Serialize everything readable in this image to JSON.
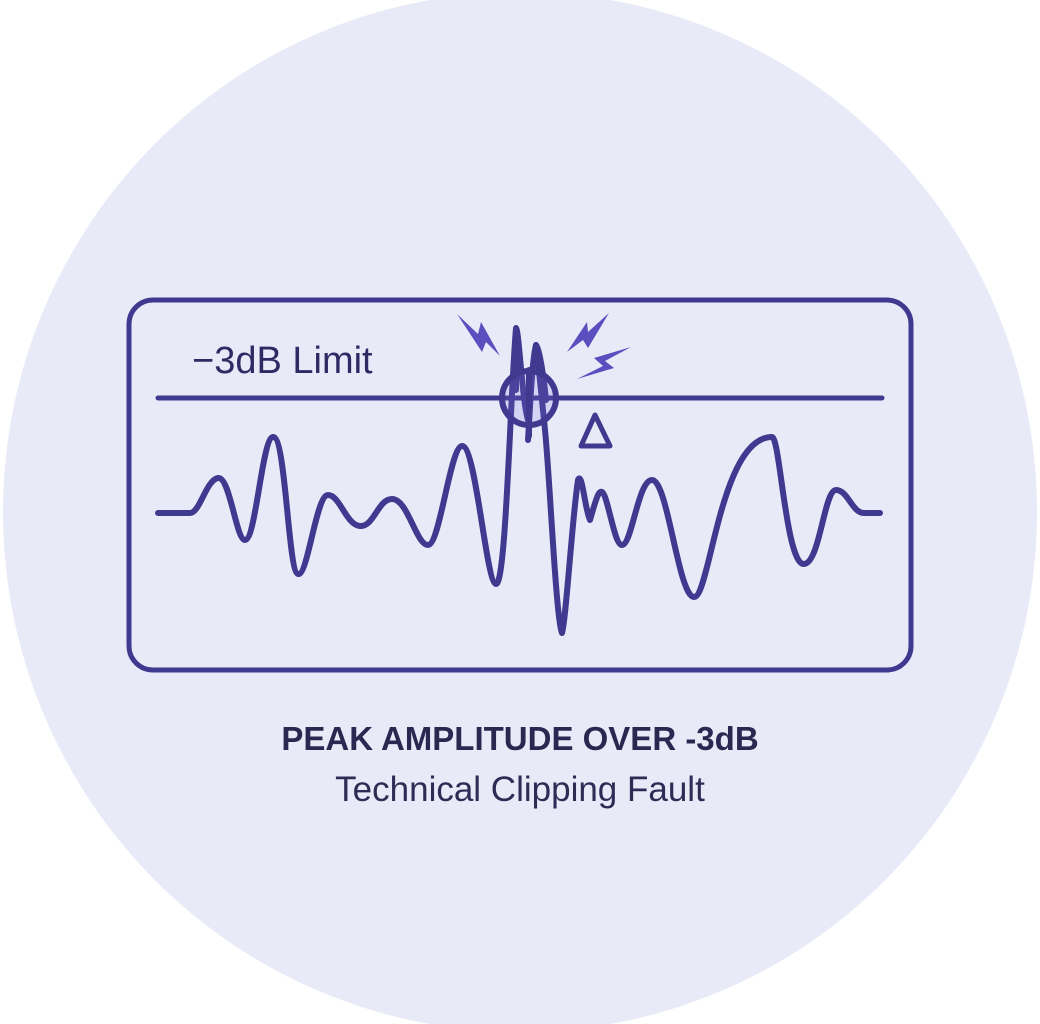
{
  "diagram": {
    "limit_label": "−3dB Limit",
    "caption": {
      "title": "PEAK AMPLITUDE OVER -3dB",
      "subtitle": "Technical Clipping Fault"
    },
    "icons": {
      "crosshair": "crosshair-icon",
      "warning": "delta-triangle-icon",
      "sparks": "lightning-spark-icon"
    },
    "colors": {
      "background": "#ffffff",
      "disc": "#e9eaf8",
      "stroke": "#3f3a8f",
      "spark": "#5b4fc0",
      "text_dark": "#2a2850"
    }
  }
}
